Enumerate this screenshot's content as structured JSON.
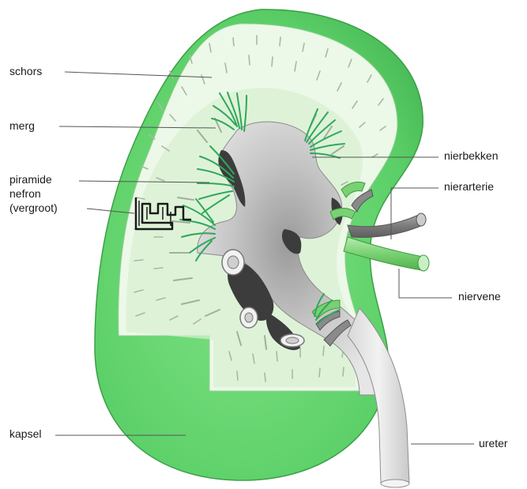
{
  "labels": {
    "schors": "schors",
    "merg": "merg",
    "piramide": "piramide",
    "nefron": "nefron",
    "nefron_sub": "(vergroot)",
    "nierbekken": "nierbekken",
    "nierarterie": "nierarterie",
    "niervene": "niervene",
    "kapsel": "kapsel",
    "ureter": "ureter"
  },
  "colors": {
    "capsule_green": "#5fd36c",
    "cortex_light": "#e8f6e2",
    "medulla_green": "#cfe9c6",
    "pyramid_stripes": "#3fb865",
    "pelvis_gray": "#c8c8c8",
    "artery_gray": "#8f8f8f",
    "vein_green": "#8fdc8a",
    "leader_line": "#555555"
  }
}
